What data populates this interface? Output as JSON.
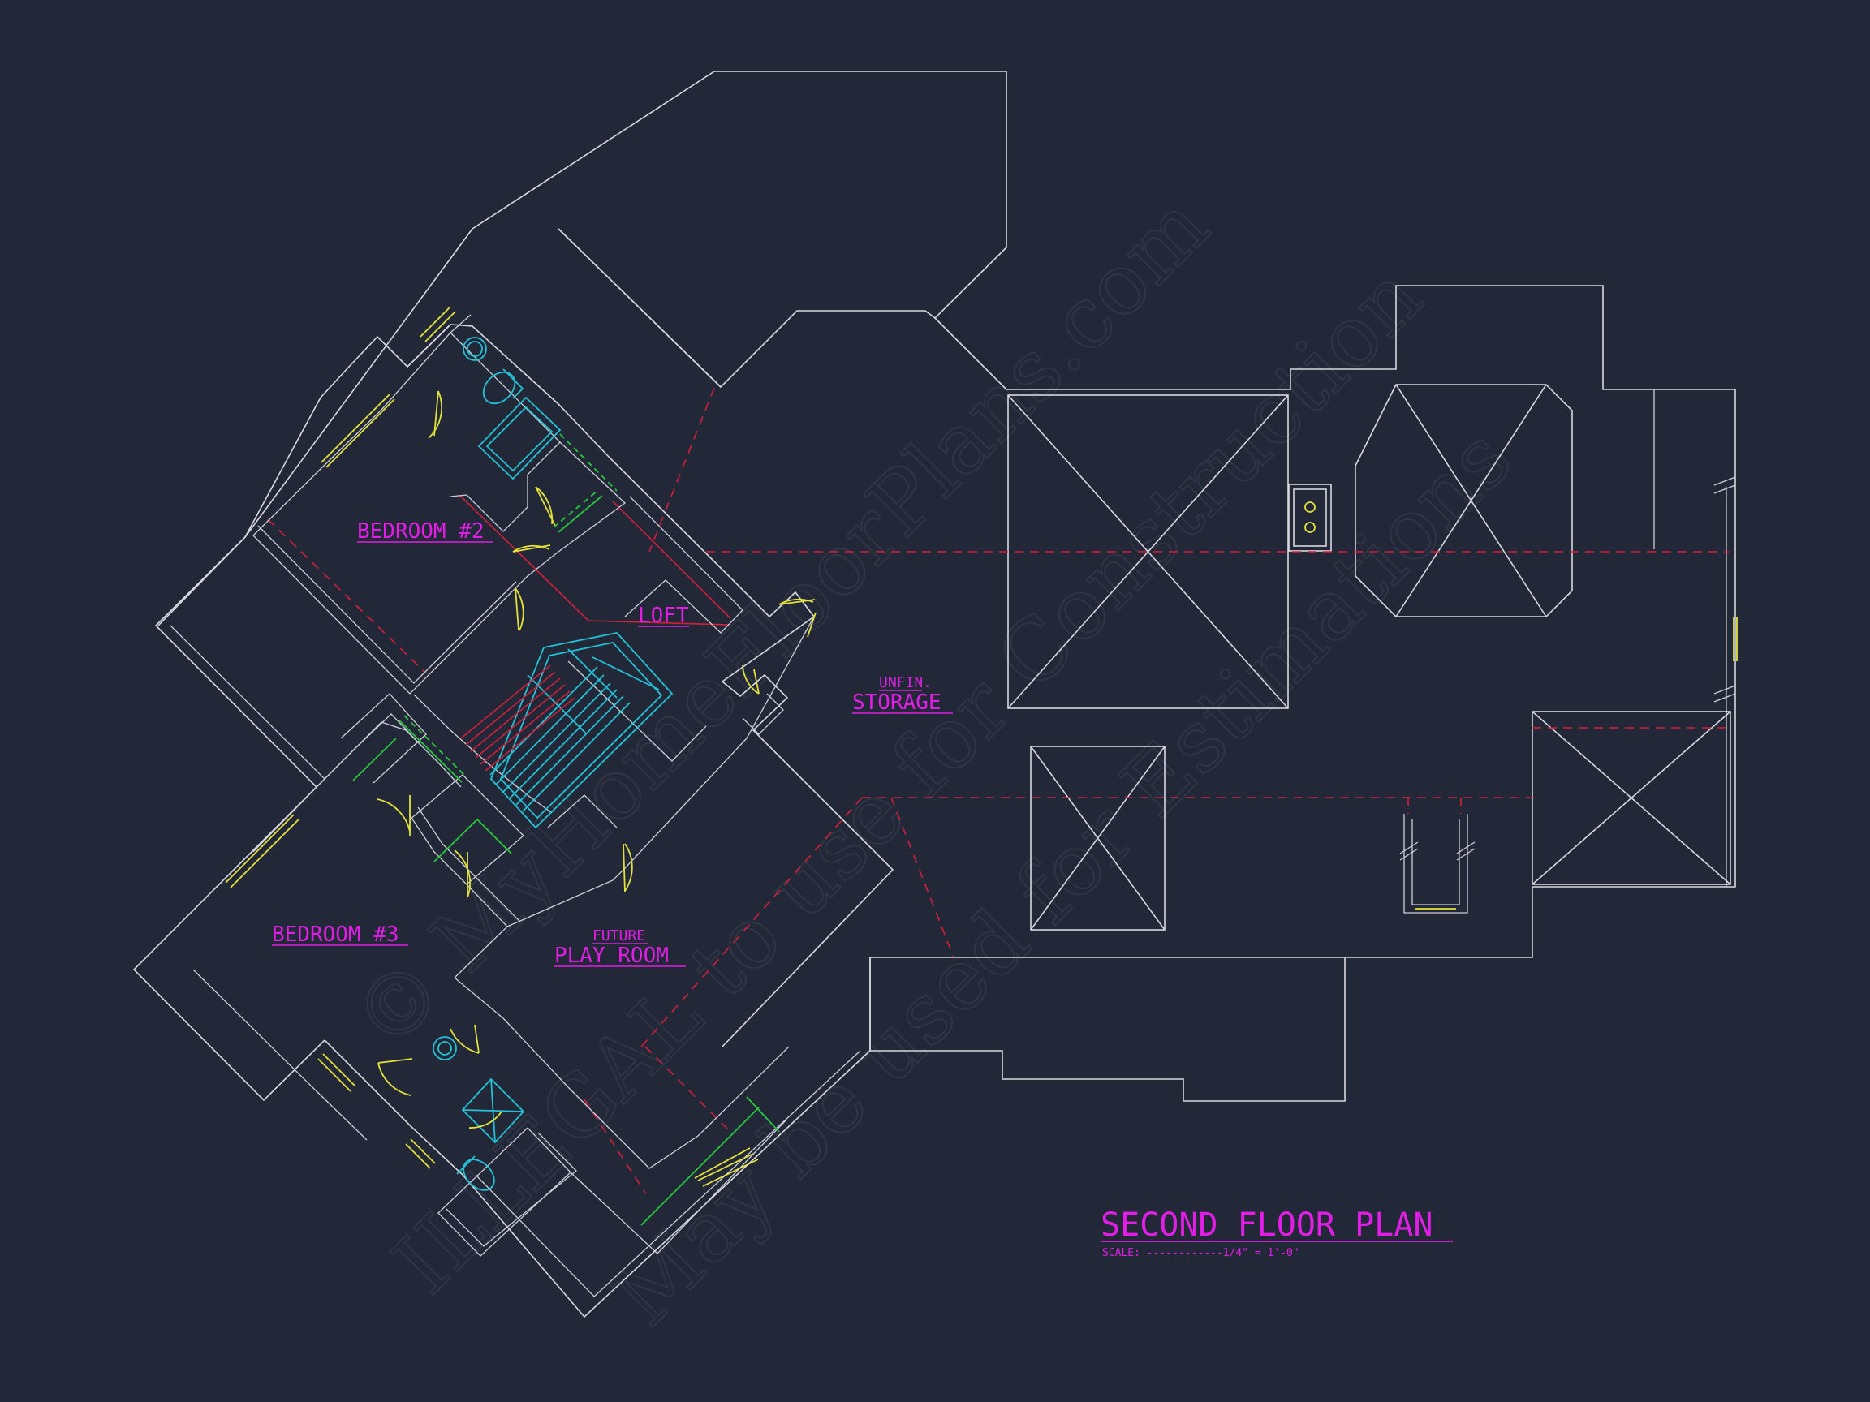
{
  "rooms": {
    "bedroom2": "BEDROOM #2",
    "bedroom3": "BEDROOM #3",
    "loft": "LOFT",
    "unfin": "UNFIN.",
    "storage": "STORAGE",
    "future": "FUTURE",
    "playroom": "PLAY ROOM"
  },
  "title": {
    "main": "SECOND FLOOR PLAN",
    "scale": "SCALE: ------------1/4\" = 1'-0\""
  },
  "watermark": {
    "line1": "© MyHomeFloorPlans.com",
    "line2": "ILLEGAL to use for Construction",
    "line3": "May be used for Estimations"
  },
  "colors": {
    "background": "#232839",
    "walls": "#d8d8de",
    "labels": "#e21ee6",
    "hidden_lines": "#d2203a",
    "fixtures": "#22c3d6",
    "doors_windows": "#e2e23a",
    "shelving": "#28c83c"
  }
}
